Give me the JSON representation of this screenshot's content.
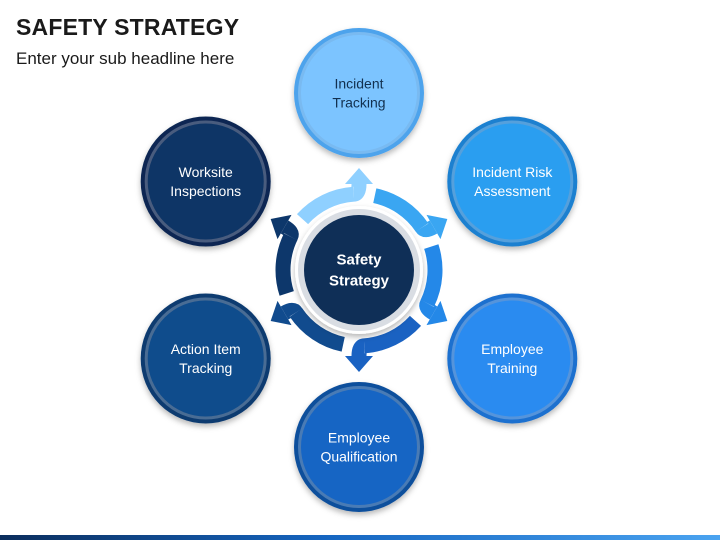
{
  "header": {
    "title": "SAFETY STRATEGY",
    "subtitle": "Enter your sub headline here"
  },
  "diagram": {
    "center": {
      "lines": [
        "Safety",
        "Strategy"
      ],
      "color": "#0f2f57"
    },
    "nodes": [
      {
        "id": "incident-tracking",
        "lines": [
          "Incident",
          "Tracking"
        ],
        "color": "#7cc4ff",
        "ring": "#4ea3ec",
        "text_color": "#12304f"
      },
      {
        "id": "incident-risk-assessment",
        "lines": [
          "Incident Risk",
          "Assessment"
        ],
        "color": "#2a9ef0",
        "ring": "#1a80d0",
        "text_color": "#ffffff"
      },
      {
        "id": "employee-training",
        "lines": [
          "Employee",
          "Training"
        ],
        "color": "#2a8bf0",
        "ring": "#1a6fcf",
        "text_color": "#ffffff"
      },
      {
        "id": "employee-qualification",
        "lines": [
          "Employee",
          "Qualification"
        ],
        "color": "#1665c4",
        "ring": "#0f4f9c",
        "text_color": "#ffffff"
      },
      {
        "id": "action-item-tracking",
        "lines": [
          "Action Item",
          "Tracking"
        ],
        "color": "#0f4c8c",
        "ring": "#0a3a70",
        "text_color": "#ffffff"
      },
      {
        "id": "worksite-inspections",
        "lines": [
          "Worksite",
          "Inspections"
        ],
        "color": "#0e3566",
        "ring": "#092852",
        "text_color": "#ffffff"
      }
    ],
    "arrow_colors": [
      "#8fd0ff",
      "#3aa6f2",
      "#2488e8",
      "#1a62c2",
      "#114b8e",
      "#0d376b"
    ]
  }
}
